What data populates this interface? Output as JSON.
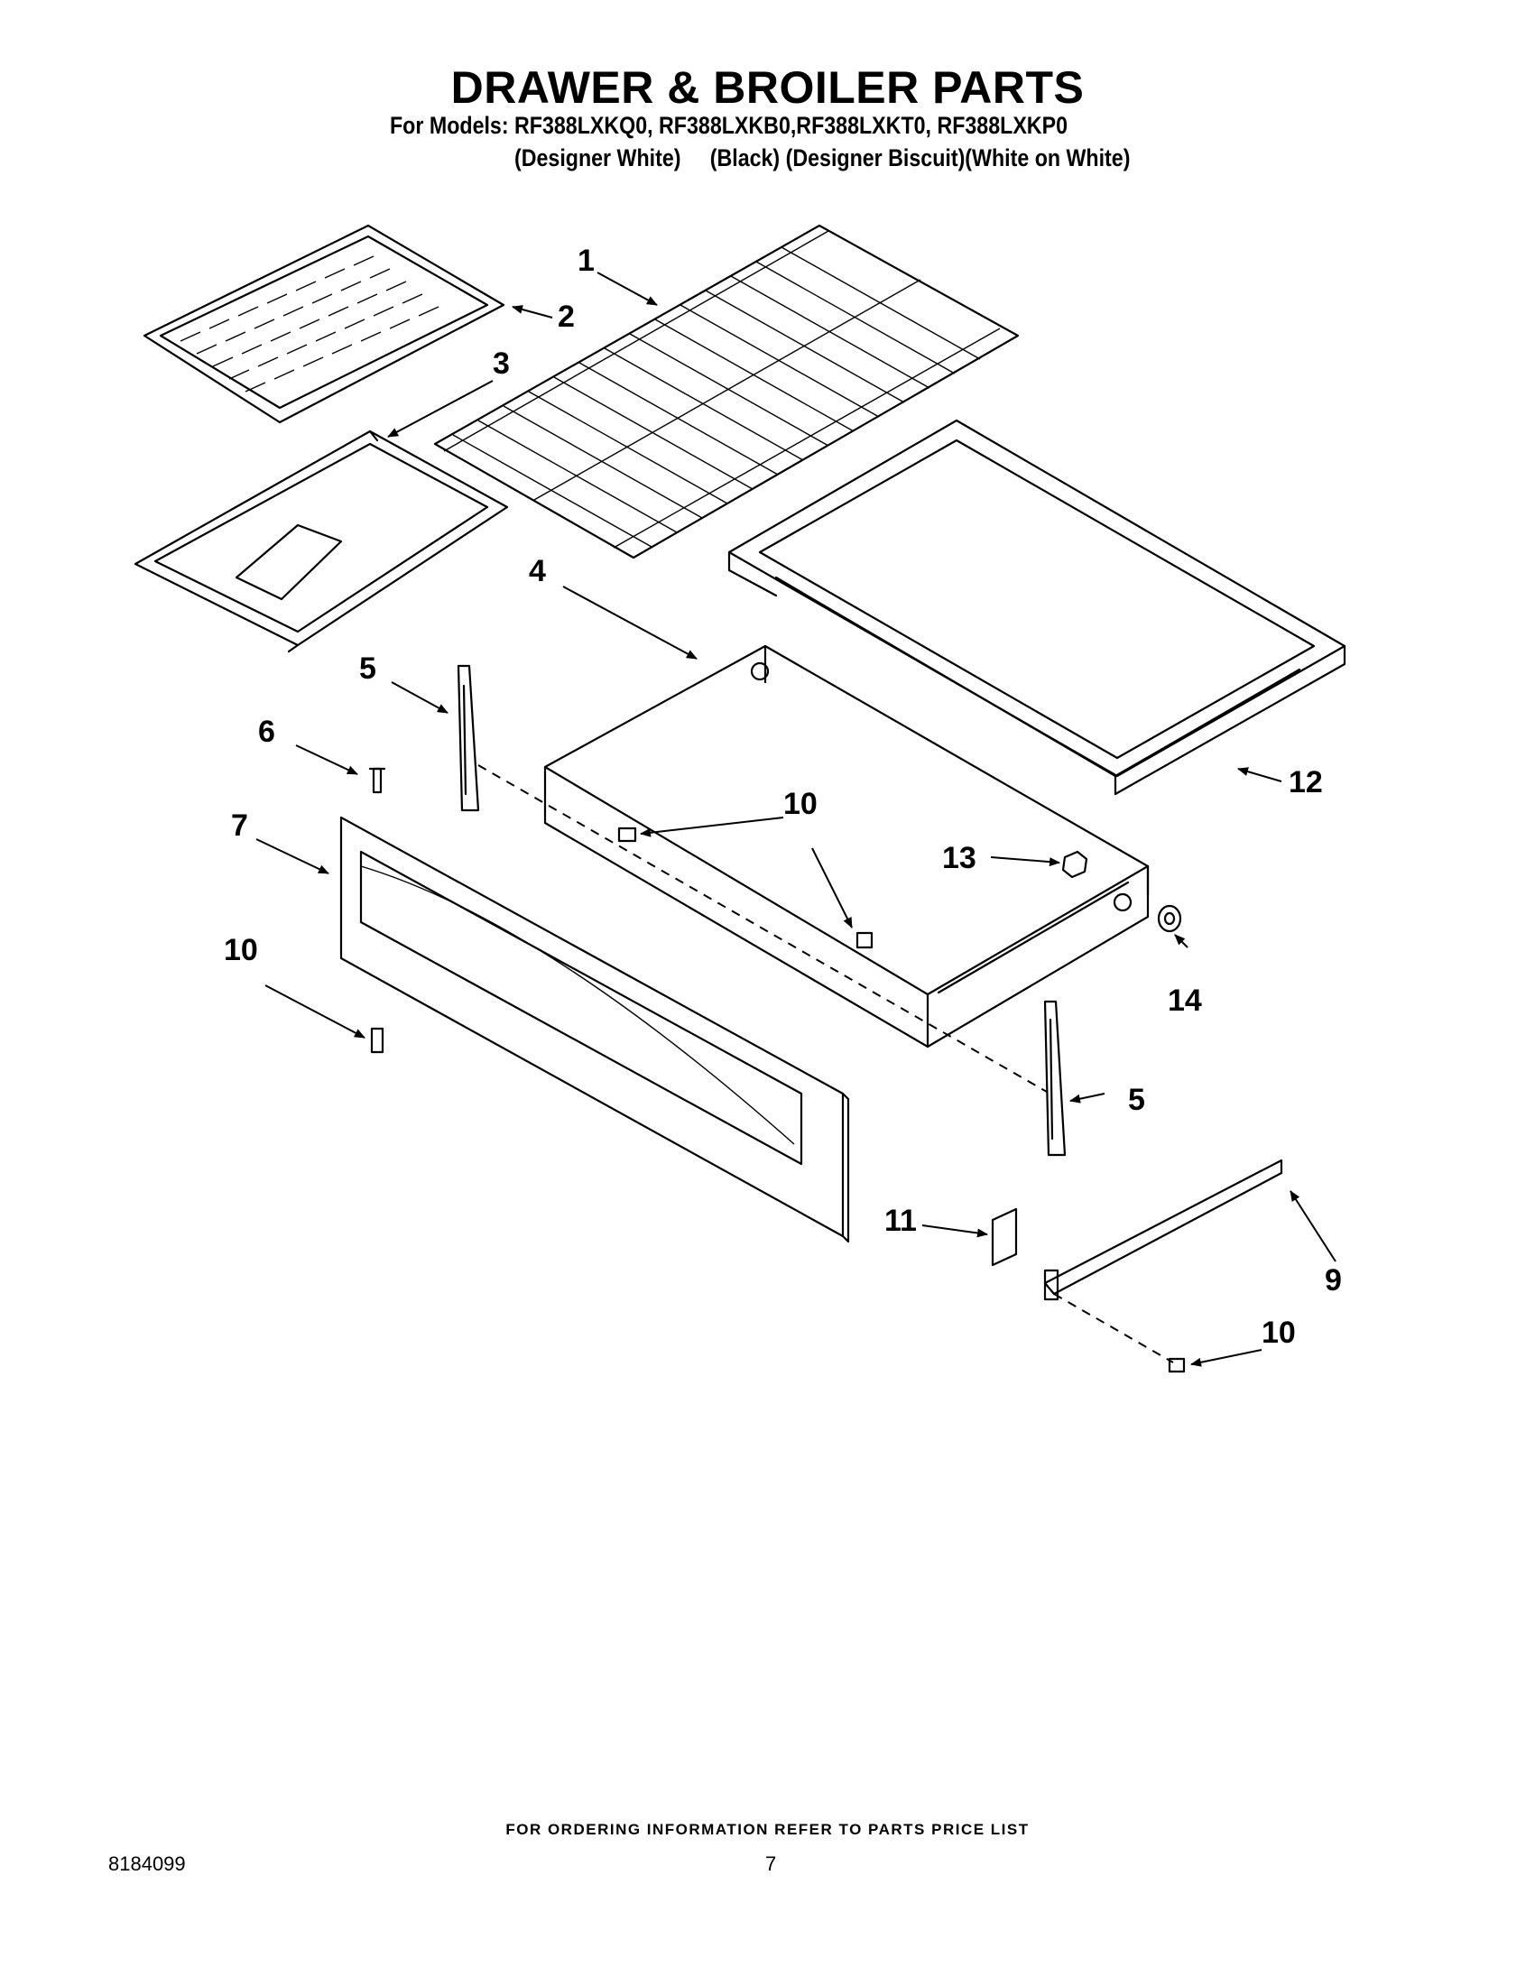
{
  "header": {
    "title": "DRAWER & BROILER PARTS",
    "models_line": "For Models: RF388LXKQ0, RF388LXKB0,RF388LXKT0, RF388LXKP0",
    "variants_line": "(Designer White)     (Black) (Designer Biscuit)(White on White)"
  },
  "callouts": {
    "c1": "1",
    "c2": "2",
    "c3": "3",
    "c4": "4",
    "c5a": "5",
    "c5b": "5",
    "c6": "6",
    "c7": "7",
    "c9": "9",
    "c10a": "10",
    "c10b": "10",
    "c10c": "10",
    "c11": "11",
    "c12": "12",
    "c13": "13",
    "c14": "14"
  },
  "footer": {
    "ordering_note": "FOR ORDERING INFORMATION REFER TO PARTS PRICE LIST",
    "document_number": "8184099",
    "page_number": "7"
  }
}
